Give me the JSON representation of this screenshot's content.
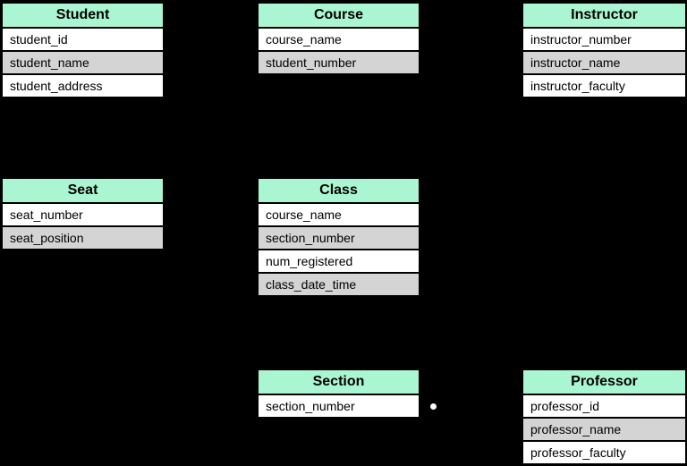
{
  "canvas": {
    "background": "#000000"
  },
  "palette": {
    "table_header_bg": "#aaf5d2",
    "table_row_bg": "#ffffff",
    "table_row_alt_bg": "#d4d4d4",
    "table_border": "#000000",
    "text": "#000000",
    "pointer_dot": "#ffffff"
  },
  "diagram": {
    "tables": [
      {
        "title": "Student",
        "fields": [
          "student_id",
          "student_name",
          "student_address"
        ]
      },
      {
        "title": "Course",
        "fields": [
          "course_name",
          "student_number"
        ]
      },
      {
        "title": "Instructor",
        "fields": [
          "instructor_number",
          "instructor_name",
          "instructor_faculty"
        ]
      },
      {
        "title": "Seat",
        "fields": [
          "seat_number",
          "seat_position"
        ]
      },
      {
        "title": "Class",
        "fields": [
          "course_name",
          "section_number",
          "num_registered",
          "class_date_time"
        ]
      },
      {
        "title": "Section",
        "fields": [
          "section_number"
        ]
      },
      {
        "title": "Professor",
        "fields": [
          "professor_id",
          "professor_name",
          "professor_faculty"
        ]
      }
    ],
    "pointer_dot": {
      "shape": "circle",
      "color": "#ffffff"
    }
  }
}
